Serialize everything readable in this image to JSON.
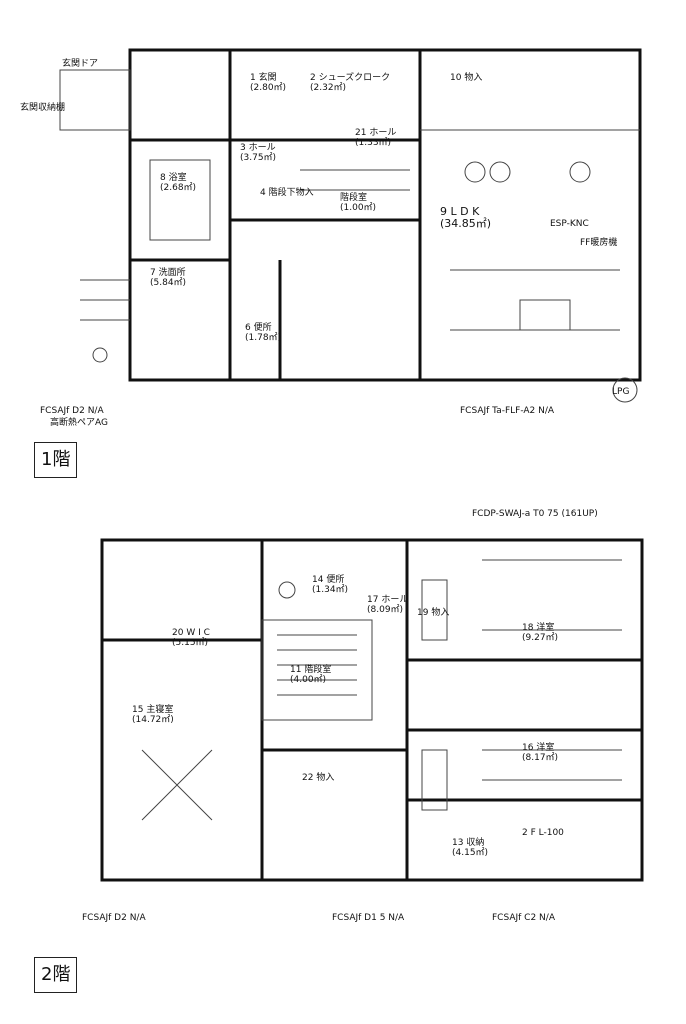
{
  "floor1": {
    "label": "1階",
    "rooms": [
      {
        "id": "entrance",
        "name": "1 玄関",
        "area": "(2.80㎡)"
      },
      {
        "id": "shoes",
        "name": "2 シューズクローク",
        "area": "(2.32㎡)"
      },
      {
        "id": "hall",
        "name": "3 ホール",
        "area": "(3.75㎡)"
      },
      {
        "id": "stair-storage",
        "name": "4 階段下物入",
        "area": ""
      },
      {
        "id": "washroom",
        "name": "8 浴室",
        "area": "(2.68㎡)"
      },
      {
        "id": "wash",
        "name": "7 洗面所",
        "area": "(5.84㎡)"
      },
      {
        "id": "toilet",
        "name": "6 便所",
        "area": "(1.78㎡)"
      },
      {
        "id": "storage",
        "name": "10 物入",
        "area": ""
      },
      {
        "id": "hall21",
        "name": "21 ホール",
        "area": "(1.33㎡)"
      },
      {
        "id": "stairs",
        "name": "階段室",
        "area": "(1.00㎡)"
      },
      {
        "id": "ldk",
        "name": "9 L D K",
        "area": "(34.85㎡)"
      }
    ],
    "notes": [
      "玄関ドア",
      "玄関収納棚",
      "FCSAJf D2 N/A",
      "FCSAJf Ta-FLF-A2 N/A",
      "高断熱ペアAG",
      "LPG",
      "FF暖房機",
      "ESP-KNC"
    ]
  },
  "floor2": {
    "label": "2階",
    "rooms": [
      {
        "id": "wic",
        "name": "20 W I C",
        "area": "(5.15㎡)"
      },
      {
        "id": "toilet2",
        "name": "14 便所",
        "area": "(1.34㎡)"
      },
      {
        "id": "hall2",
        "name": "17 ホール",
        "area": "(8.09㎡)"
      },
      {
        "id": "storage19",
        "name": "19 物入",
        "area": ""
      },
      {
        "id": "room18",
        "name": "18 洋室",
        "area": "(9.27㎡)"
      },
      {
        "id": "stairs2",
        "name": "11 階段室",
        "area": "(4.00㎡)"
      },
      {
        "id": "master",
        "name": "15 主寝室",
        "area": "(14.72㎡)"
      },
      {
        "id": "room16",
        "name": "16 洋室",
        "area": "(8.17㎡)"
      },
      {
        "id": "storage22",
        "name": "22 物入",
        "area": ""
      },
      {
        "id": "closet13",
        "name": "13 収納",
        "area": "(4.15㎡)"
      }
    ],
    "notes": [
      "FCSAJf D2 N/A",
      "FCSAJf D1 5 N/A",
      "FCSAJf C2 N/A",
      "2 F L-100",
      "FCDP-SWAJ-a T0 75 (161UP)"
    ]
  }
}
